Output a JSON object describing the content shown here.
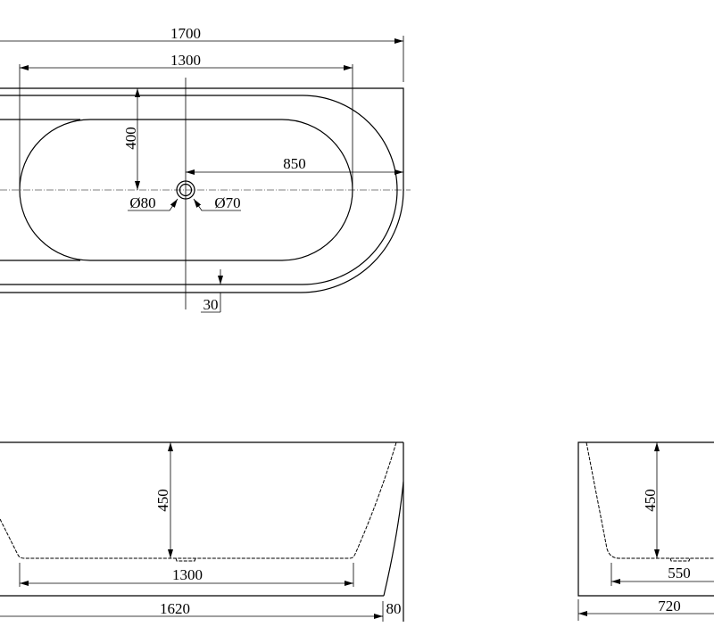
{
  "top_view": {
    "overall_length": "1700",
    "inner_length": "1300",
    "half_width": "400",
    "drain_offset": "850",
    "overflow_diameter": "Ø80",
    "drain_diameter": "Ø70",
    "rim_thickness": "30"
  },
  "side_view": {
    "depth": "450",
    "bottom_length": "1300",
    "base_length": "1620",
    "rim_overhang": "80"
  },
  "end_view": {
    "depth": "450",
    "bottom_width": "550",
    "overall_width": "720"
  },
  "colors": {
    "line": "#000000",
    "background": "#ffffff"
  }
}
